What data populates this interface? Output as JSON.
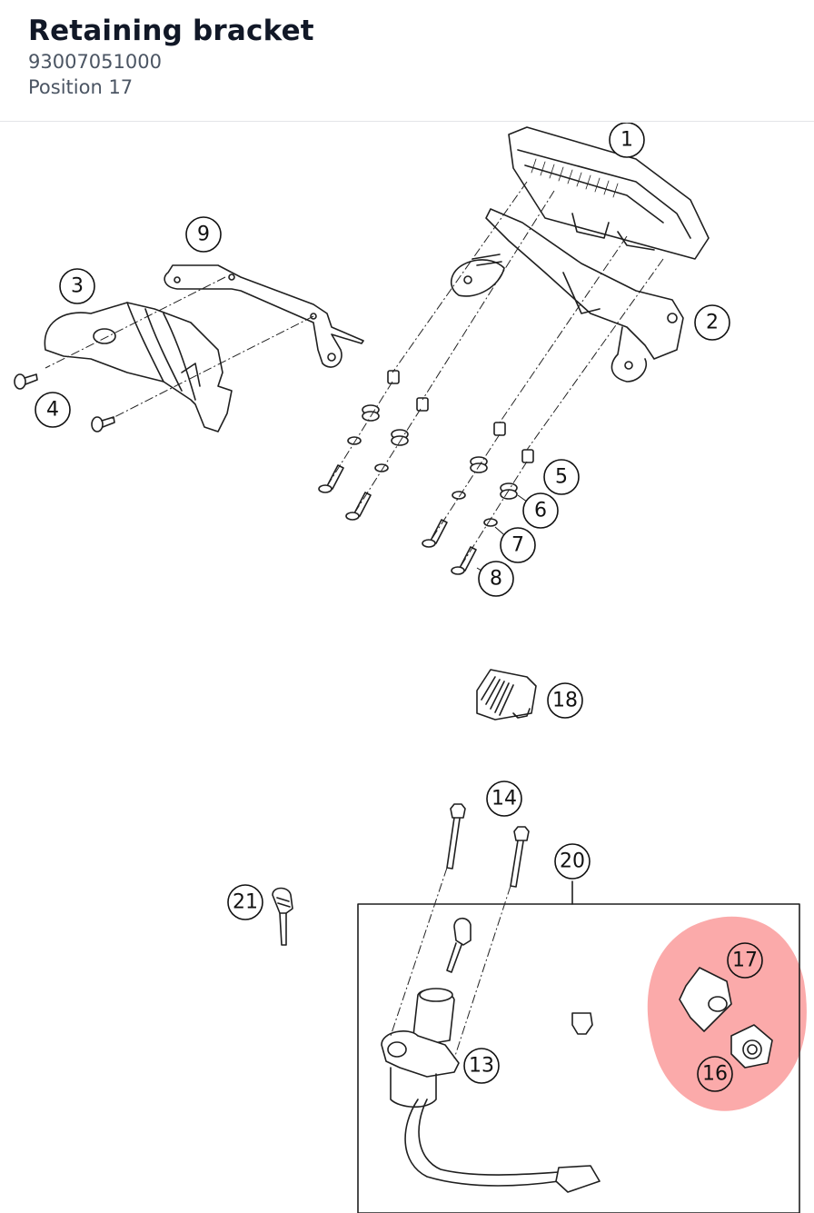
{
  "header": {
    "title": "Retaining bracket",
    "part_number": "93007051000",
    "position": "Position 17"
  },
  "diagram": {
    "callouts": [
      "1",
      "2",
      "3",
      "4",
      "5",
      "6",
      "7",
      "8",
      "9",
      "13",
      "14",
      "16",
      "17",
      "18",
      "20",
      "21"
    ],
    "highlight_color": "#f87171",
    "selected_callouts": [
      "16",
      "17"
    ]
  }
}
